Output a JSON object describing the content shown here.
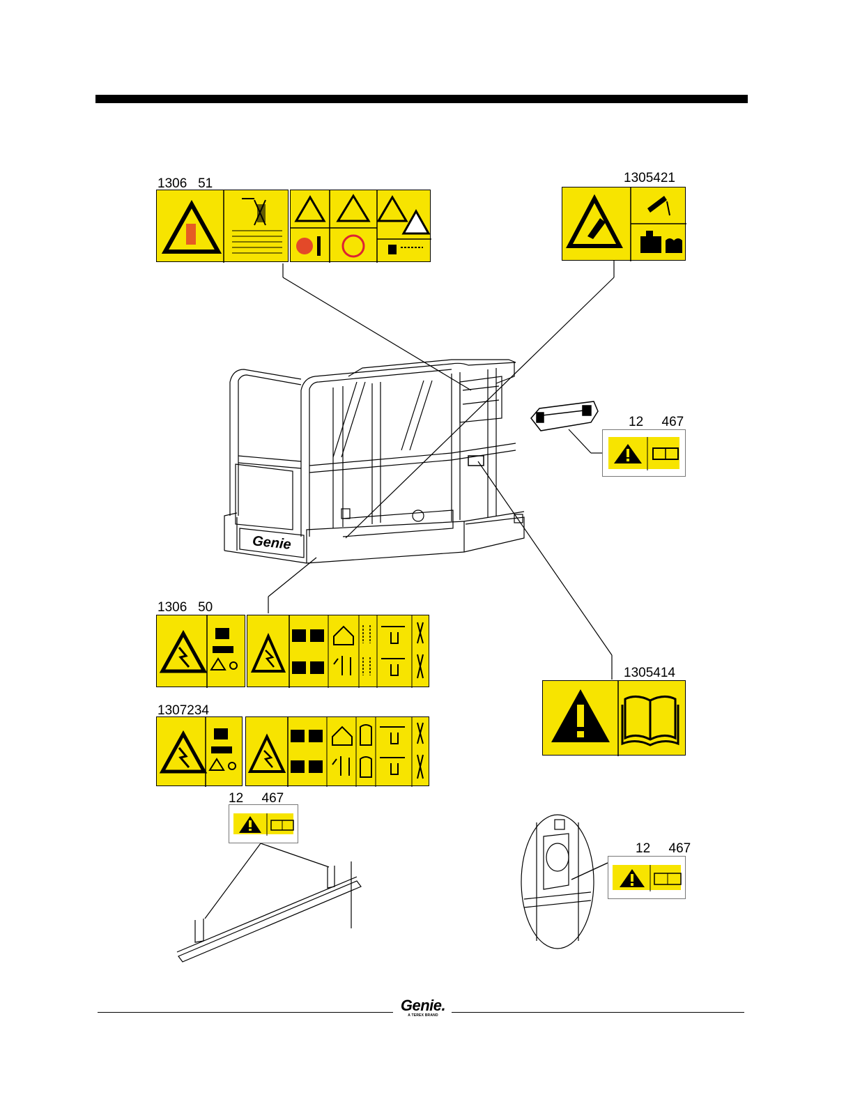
{
  "header": {
    "rule": "black-bar"
  },
  "decals": [
    {
      "id": "d1",
      "part_number": "1306   51",
      "icons": [
        "warning-triangle-icon",
        "scissor-lift-icon",
        "hazard-grid-icon"
      ]
    },
    {
      "id": "d2",
      "part_number": "1305421",
      "icons": [
        "warning-triangle-icon",
        "tip-over-icon",
        "manual-icon"
      ]
    },
    {
      "id": "d3",
      "part_number": "12     467",
      "icons": [
        "warning-triangle-icon",
        "manual-icon"
      ]
    },
    {
      "id": "d4",
      "part_number": "1306   50",
      "icons": [
        "warning-triangle-icon",
        "electrocution-icon",
        "hazard-grid-icon"
      ]
    },
    {
      "id": "d5",
      "part_number": "1307234",
      "icons": [
        "warning-triangle-icon",
        "electrocution-icon",
        "hazard-grid-icon"
      ]
    },
    {
      "id": "d6",
      "part_number": "1305414",
      "icons": [
        "warning-triangle-icon",
        "manual-icon"
      ]
    },
    {
      "id": "d7",
      "part_number": "12     467",
      "icons": [
        "warning-triangle-icon",
        "manual-icon"
      ]
    },
    {
      "id": "d8",
      "part_number": "12     467",
      "icons": [
        "warning-triangle-icon",
        "manual-icon"
      ]
    }
  ],
  "platform": {
    "brand_text": "Genie"
  },
  "footer": {
    "logo": "Genie.",
    "logo_sub": "A TEREX BRAND"
  },
  "colors": {
    "decal_yellow": "#f7e400",
    "ink": "#000000"
  }
}
